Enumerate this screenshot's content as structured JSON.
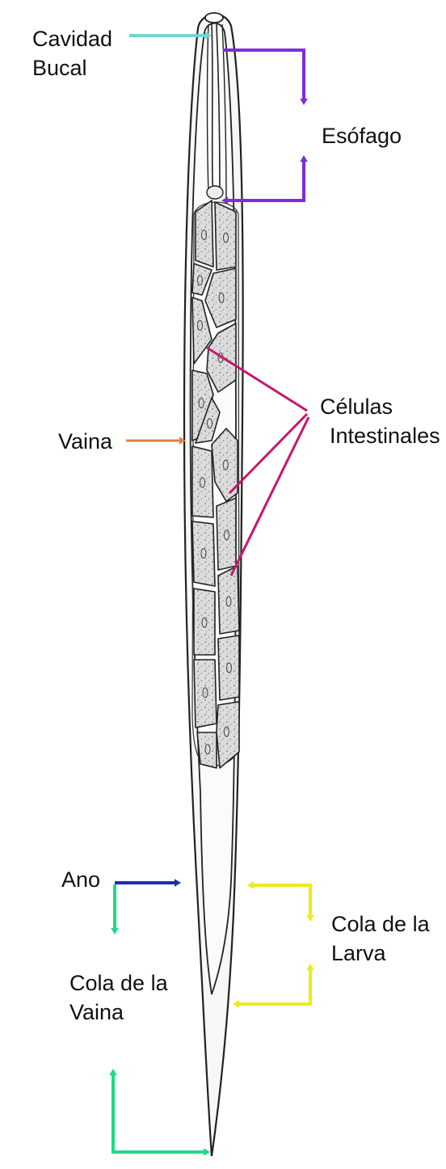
{
  "labels": {
    "cavidad_bucal": [
      "Cavidad",
      "Bucal"
    ],
    "esofago": "Esófago",
    "celulas_intestinales": [
      "Células",
      "Intestinales"
    ],
    "vaina": "Vaina",
    "ano": "Ano",
    "cola_larva": [
      "Cola de la",
      "Larva"
    ],
    "cola_vaina": [
      "Cola de la",
      "Vaina"
    ]
  },
  "colors": {
    "cavidad_bucal": "#6fd6d6",
    "esofago": "#7b2fd6",
    "celulas_intestinales": "#c8156e",
    "vaina": "#e0804a",
    "ano": "#1a2fb0",
    "cola_vaina": "#22d889",
    "cola_larva": "#ecec1c",
    "outline": "#222222",
    "cell_fill": "#d9d9d9"
  }
}
